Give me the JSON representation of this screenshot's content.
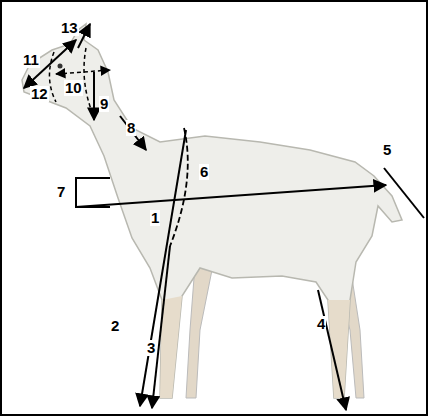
{
  "diagram": {
    "labels": [
      "13",
      "11",
      "12",
      "10",
      "9",
      "8",
      "7",
      "6",
      "1",
      "5",
      "2",
      "3",
      "4"
    ]
  }
}
